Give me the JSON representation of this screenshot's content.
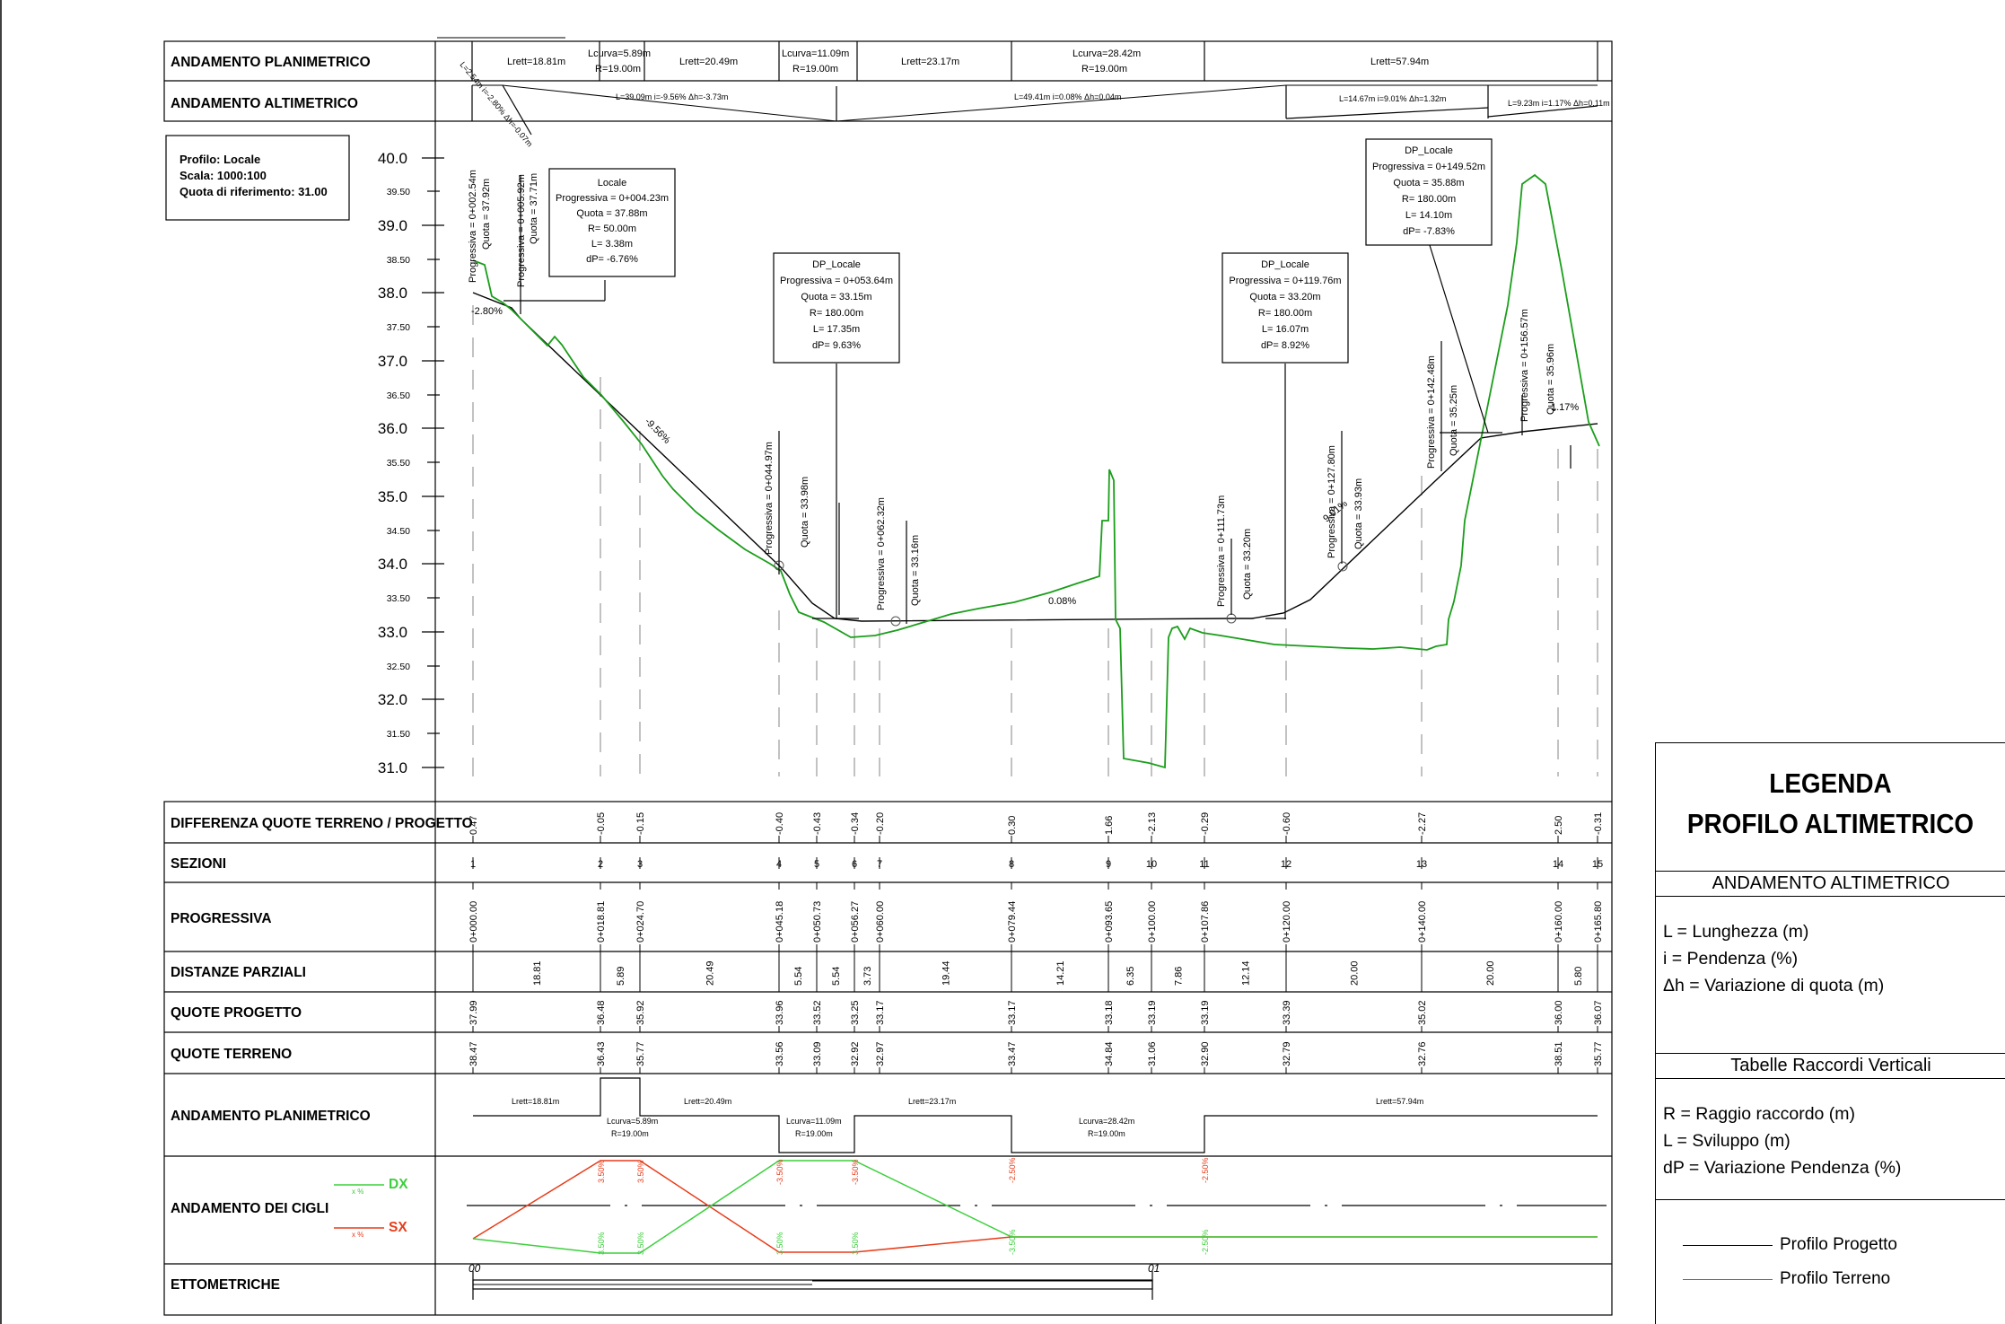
{
  "colors": {
    "profilo_progetto": "#000000",
    "profilo_terreno": "#1a9e1a",
    "ciglio_dx": "#3ccf3c",
    "ciglio_sx": "#e83c1a"
  },
  "info_box": {
    "line1": "Profilo: Locale",
    "line2": "Scala: 1000:100",
    "line3": "Quota di riferimento: 31.00"
  },
  "row_labels": {
    "top_planimetrico": "ANDAMENTO PLANIMETRICO",
    "top_altimetrico": "ANDAMENTO ALTIMETRICO",
    "differenza": "DIFFERENZA QUOTE TERRENO / PROGETTO",
    "sezioni": "SEZIONI",
    "progressiva": "PROGRESSIVA",
    "distanze": "DISTANZE PARZIALI",
    "quote_progetto": "QUOTE PROGETTO",
    "quote_terreno": "QUOTE TERRENO",
    "planimetrico": "ANDAMENTO PLANIMETRICO",
    "cigli": "ANDAMENTO DEI CIGLI",
    "ettometriche": "ETTOMETRICHE"
  },
  "cigli_legend": {
    "dx": "DX",
    "sx": "SX",
    "unit": "x %"
  },
  "y_axis": {
    "major": [
      "40.0",
      "39.0",
      "38.0",
      "37.0",
      "36.0",
      "35.0",
      "34.0",
      "33.0",
      "32.0",
      "31.0"
    ],
    "minor": [
      "39.50",
      "38.50",
      "37.50",
      "36.50",
      "35.50",
      "34.50",
      "33.50",
      "32.50",
      "31.50"
    ]
  },
  "top_planimetrico": [
    {
      "text": "Lrett=18.81m"
    },
    {
      "l1": "Lcurva=5.89m",
      "l2": "R=19.00m"
    },
    {
      "text": "Lrett=20.49m"
    },
    {
      "l1": "Lcurva=11.09m",
      "l2": "R=19.00m"
    },
    {
      "text": "Lrett=23.17m"
    },
    {
      "l1": "Lcurva=28.42m",
      "l2": "R=19.00m"
    },
    {
      "text": "Lrett=57.94m"
    }
  ],
  "top_altimetrico": [
    "L=2.54m i=-2.80% Δh=-0.07m",
    "L=39.09m i=-9.56% Δh=-3.73m",
    "L=49.41m i=0.08% Δh=0.04m",
    "L=14.67m i=9.01% Δh=1.32m",
    "L=9.23m i=1.17% Δh=0.11m"
  ],
  "raccordi": [
    {
      "lines": [
        "Locale",
        "Progressiva = 0+004.23m",
        "Quota = 37.88m",
        "R= 50.00m",
        "L= 3.38m",
        "dP= -6.76%"
      ]
    },
    {
      "lines": [
        "DP_Locale",
        "Progressiva = 0+053.64m",
        "Quota = 33.15m",
        "R= 180.00m",
        "L= 17.35m",
        "dP= 9.63%"
      ]
    },
    {
      "lines": [
        "DP_Locale",
        "Progressiva = 0+119.76m",
        "Quota = 33.20m",
        "R= 180.00m",
        "L= 16.07m",
        "dP= 8.92%"
      ]
    },
    {
      "lines": [
        "DP_Locale",
        "Progressiva = 0+149.52m",
        "Quota = 35.88m",
        "R= 180.00m",
        "L= 14.10m",
        "dP= -7.83%"
      ]
    }
  ],
  "vertical_points": [
    {
      "p": "Progressiva = 0+002.54m",
      "q": "Quota = 37.92m"
    },
    {
      "p": "Progressiva = 0+005.92m",
      "q": "Quota = 37.71m"
    },
    {
      "p": "Progressiva = 0+044.97m",
      "q": "Quota = 33.98m"
    },
    {
      "p": "Progressiva = 0+062.32m",
      "q": "Quota = 33.16m"
    },
    {
      "p": "Progressiva = 0+111.73m",
      "q": "Quota = 33.20m"
    },
    {
      "p": "Progressiva = 0+127.80m",
      "q": "Quota = 33.93m"
    },
    {
      "p": "Progressiva = 0+142.48m",
      "q": "Quota = 35.25m"
    },
    {
      "p": "Progressiva = 0+156.57m",
      "q": "Quota = 35.96m"
    }
  ],
  "slopes": [
    "-2.80%",
    "-9.56%",
    "0.08%",
    "9.01%",
    "1.17%"
  ],
  "sections": [
    {
      "sez": "1",
      "prog": "0+000.00",
      "diff": "0.47",
      "qp": "37.99",
      "qt": "38.47"
    },
    {
      "sez": "2",
      "prog": "0+018.81",
      "diff": "-0.05",
      "qp": "36.48",
      "qt": "36.43"
    },
    {
      "sez": "3",
      "prog": "0+024.70",
      "diff": "-0.15",
      "qp": "35.92",
      "qt": "35.77"
    },
    {
      "sez": "4",
      "prog": "0+045.18",
      "diff": "-0.40",
      "qp": "33.96",
      "qt": "33.56"
    },
    {
      "sez": "5",
      "prog": "0+050.73",
      "diff": "-0.43",
      "qp": "33.52",
      "qt": "33.09"
    },
    {
      "sez": "6",
      "prog": "0+056.27",
      "diff": "-0.34",
      "qp": "33.25",
      "qt": "32.92"
    },
    {
      "sez": "7",
      "prog": "0+060.00",
      "diff": "-0.20",
      "qp": "33.17",
      "qt": "32.97"
    },
    {
      "sez": "8",
      "prog": "0+079.44",
      "diff": "0.30",
      "qp": "33.17",
      "qt": "33.47"
    },
    {
      "sez": "9",
      "prog": "0+093.65",
      "diff": "1.66",
      "qp": "33.18",
      "qt": "34.84"
    },
    {
      "sez": "10",
      "prog": "0+100.00",
      "diff": "-2.13",
      "qp": "33.19",
      "qt": "31.06"
    },
    {
      "sez": "11",
      "prog": "0+107.86",
      "diff": "-0.29",
      "qp": "33.19",
      "qt": "32.90"
    },
    {
      "sez": "12",
      "prog": "0+120.00",
      "diff": "-0.60",
      "qp": "33.39",
      "qt": "32.79"
    },
    {
      "sez": "13",
      "prog": "0+140.00",
      "diff": "-2.27",
      "qp": "35.02",
      "qt": "32.76"
    },
    {
      "sez": "14",
      "prog": "0+160.00",
      "diff": "2.50",
      "qp": "36.00",
      "qt": "38.51"
    },
    {
      "sez": "15",
      "prog": "0+165.80",
      "diff": "-0.31",
      "qp": "36.07",
      "qt": "35.77"
    }
  ],
  "distanze": [
    "18.81",
    "5.89",
    "20.49",
    "5.54",
    "5.54",
    "3.73",
    "19.44",
    "14.21",
    "6.35",
    "7.86",
    "12.14",
    "20.00",
    "20.00",
    "5.80"
  ],
  "bottom_planimetrico": [
    {
      "text": "Lrett=18.81m"
    },
    {
      "l1": "Lcurva=5.89m",
      "l2": "R=19.00m"
    },
    {
      "text": "Lrett=20.49m"
    },
    {
      "l1": "Lcurva=11.09m",
      "l2": "R=19.00m"
    },
    {
      "text": "Lrett=23.17m"
    },
    {
      "l1": "Lcurva=28.42m",
      "l2": "R=19.00m"
    },
    {
      "text": "Lrett=57.94m"
    }
  ],
  "cigli_values": {
    "sx": [
      "3.50%",
      "3.50%",
      "-3.50%",
      "-3.50%",
      "-2.50%",
      "-2.50%"
    ],
    "dx": [
      "3.50%",
      "3.50%",
      "3.50%",
      "3.50%",
      "-3.50%",
      "-2.50%"
    ]
  },
  "ettometriche": [
    "00",
    "01"
  ],
  "legend": {
    "title1": "LEGENDA",
    "title2": "PROFILO ALTIMETRICO",
    "sec1": "ANDAMENTO ALTIMETRICO",
    "sec1_lines": [
      "L = Lunghezza (m)",
      "i = Pendenza (%)",
      "Δh = Variazione di quota (m)"
    ],
    "sec2": "Tabelle Raccordi Verticali",
    "sec2_lines": [
      "R = Raggio raccordo (m)",
      "L = Sviluppo (m)",
      "dP = Variazione Pendenza (%)"
    ],
    "item1": "Profilo Progetto",
    "item2": "Profilo Terreno"
  }
}
